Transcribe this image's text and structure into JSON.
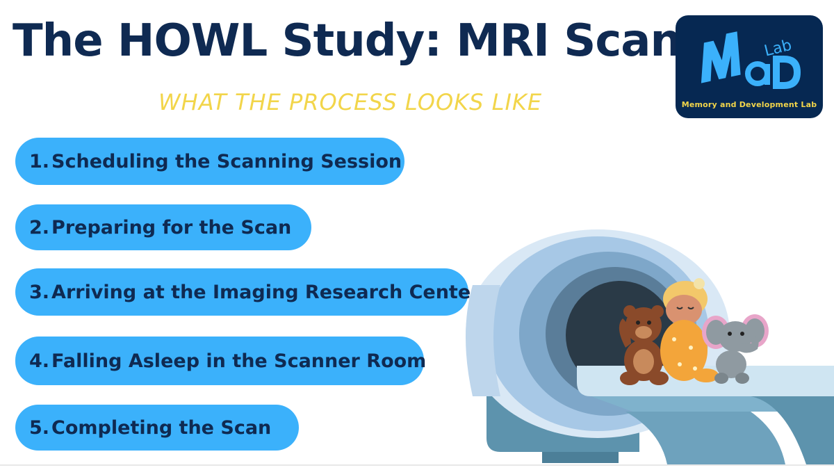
{
  "header": {
    "title": "The HOWL Study: MRI Scan",
    "subtitle": "WHAT THE PROCESS LOOKS LIKE"
  },
  "logo": {
    "caption": "Memory and Development Lab",
    "wordmark": "MaD Lab"
  },
  "steps": [
    {
      "number": "1.",
      "label": "Scheduling the Scanning Session"
    },
    {
      "number": "2.",
      "label": "Preparing for the Scan"
    },
    {
      "number": "3.",
      "label": "Arriving at the Imaging Research Center"
    },
    {
      "number": "4.",
      "label": "Falling Asleep in the Scanner Room"
    },
    {
      "number": "5.",
      "label": "Completing the Scan"
    }
  ],
  "colors": {
    "title": "#0f2a52",
    "subtitle": "#f2d54a",
    "pill": "#3bb1fb",
    "logo_bg": "#062852",
    "logo_letters": "#3bb1fb"
  },
  "illustration": {
    "icon": "mri-scanner-with-baby-and-plush-toys-illustration"
  }
}
